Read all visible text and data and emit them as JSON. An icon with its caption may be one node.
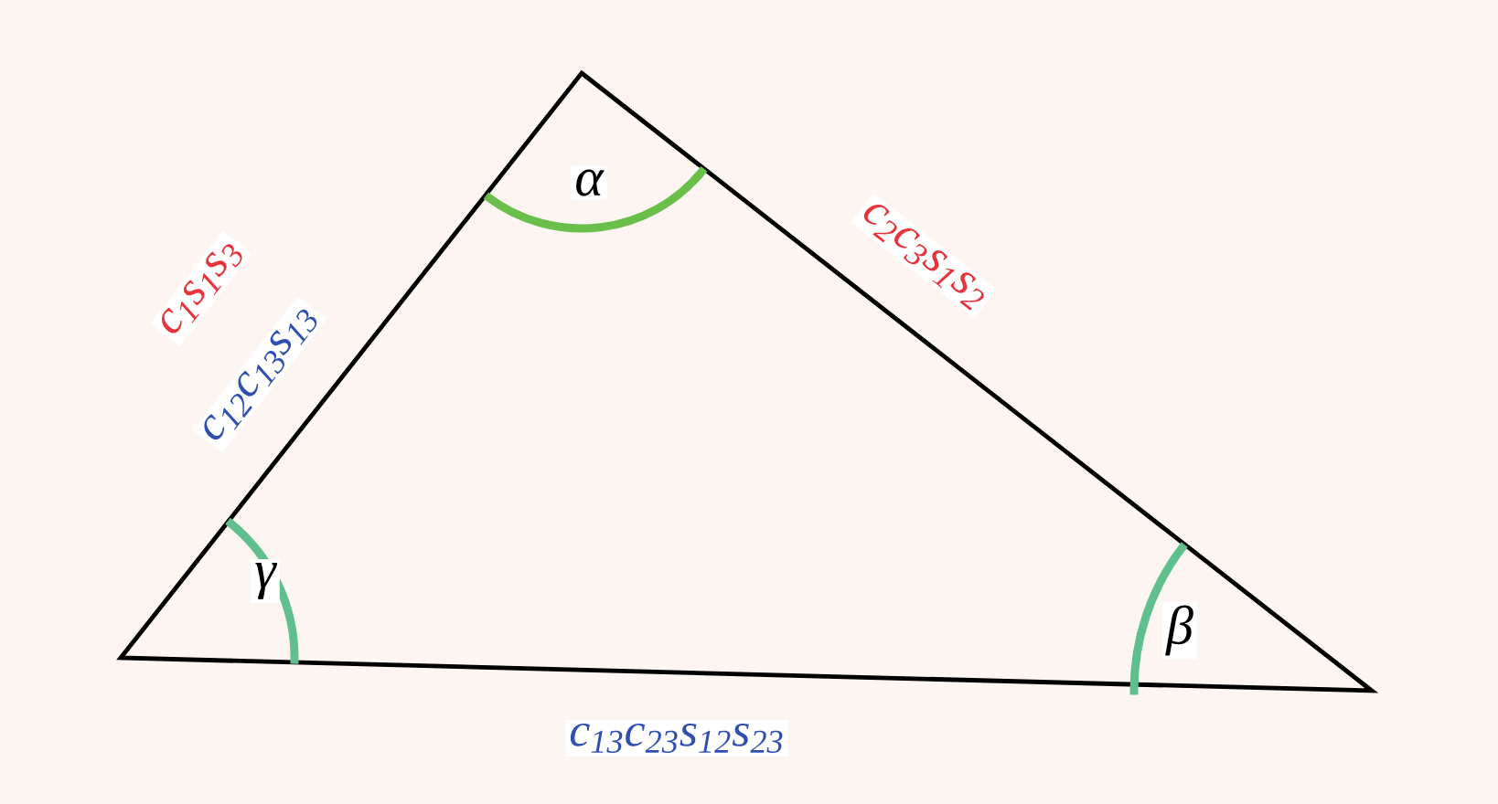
{
  "diagram": {
    "labels": [
      "α",
      "c$_{1}$s$_{1}$s$_{3}$",
      "c$_{12}$c$_{13}$s$_{13}$",
      "c$_{2}$c$_{3}$s$_{1}$s$_{2}$",
      "γ",
      "β",
      "c$_{13}$c$_{23}$s$_{12}$s$_{23}$"
    ]
  }
}
